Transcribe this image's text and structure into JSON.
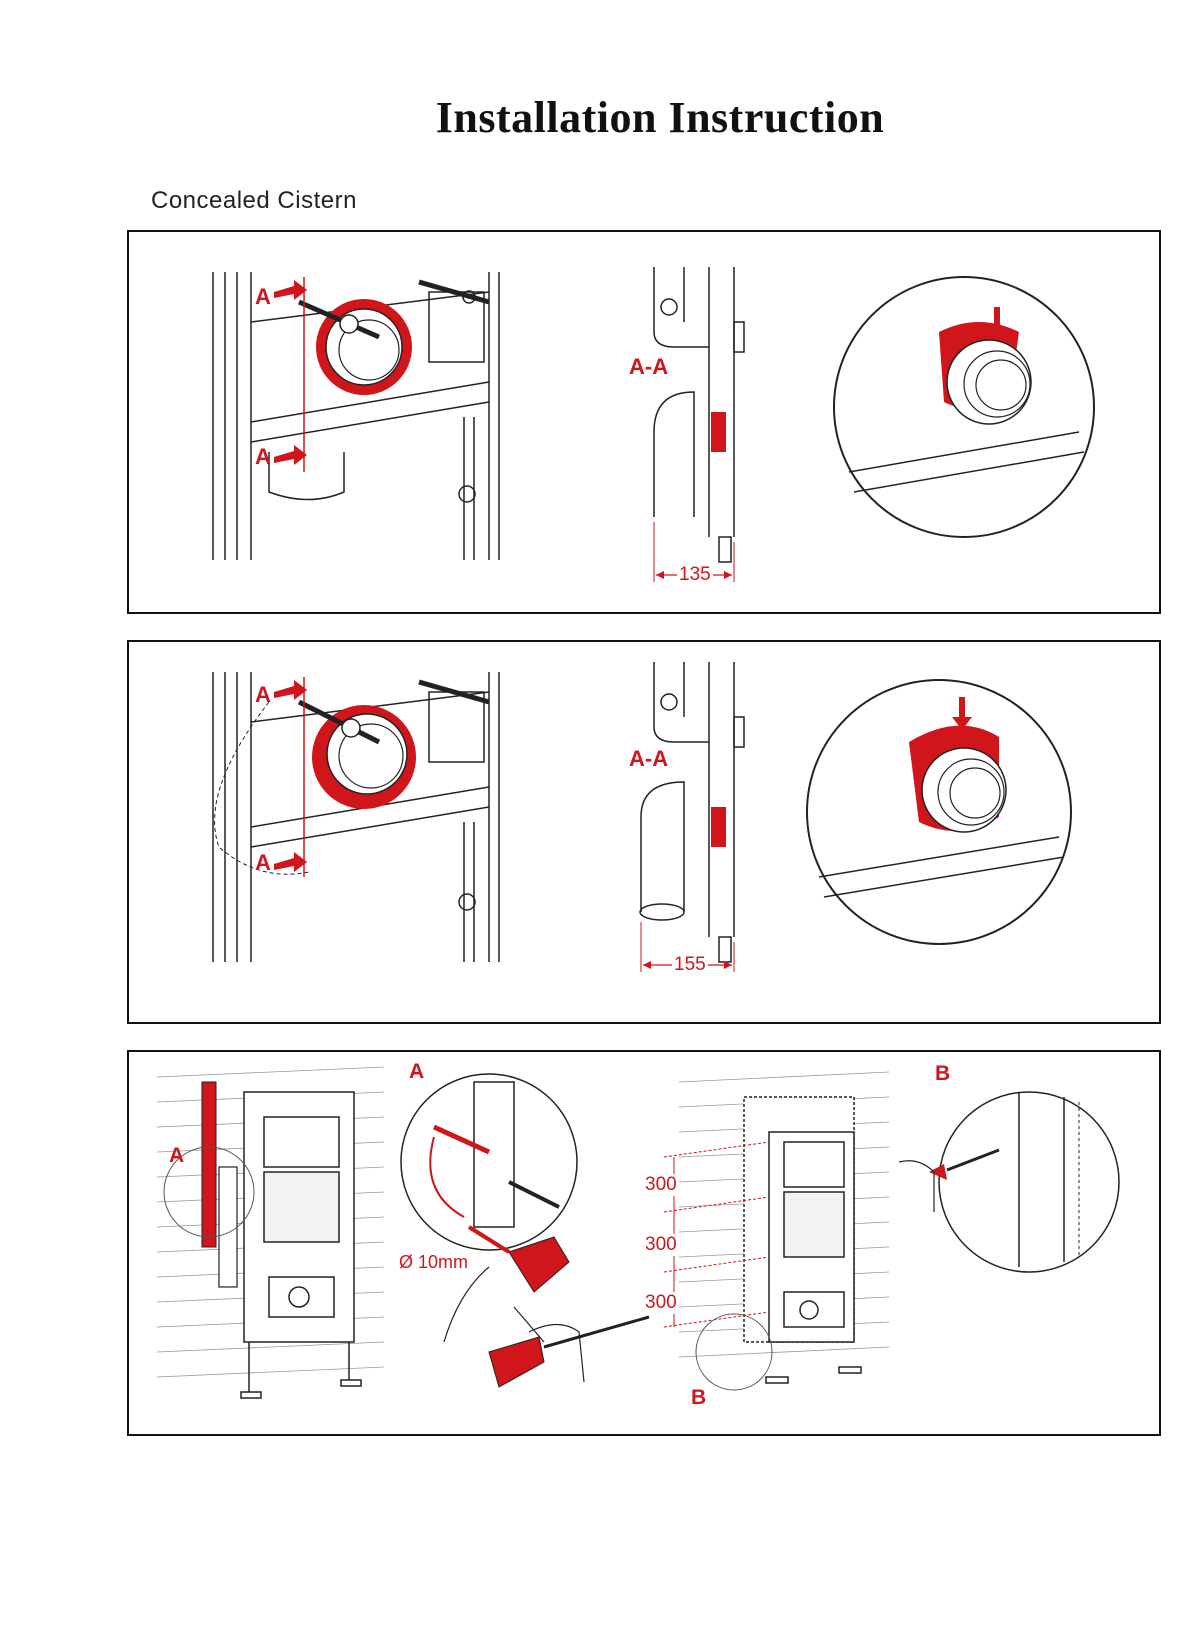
{
  "header": {
    "title": "Installation Instruction",
    "subtitle": "Concealed Cistern"
  },
  "panel1": {
    "marker_a_top": "A",
    "marker_a_bottom": "A",
    "section_label": "A-A",
    "dimension": "135"
  },
  "panel2": {
    "marker_a_top": "A",
    "marker_a_bottom": "A",
    "section_label": "A-A",
    "dimension": "155"
  },
  "panel3": {
    "frame_marker": "A",
    "detail_a_label": "A",
    "drill_diameter": "Ø 10mm",
    "spacing_top": "300",
    "spacing_middle": "300",
    "spacing_bottom": "300",
    "detail_b_label": "B",
    "marker_b_bottom": "B"
  },
  "colors": {
    "accent_red": "#d0161b",
    "line": "#222222"
  }
}
